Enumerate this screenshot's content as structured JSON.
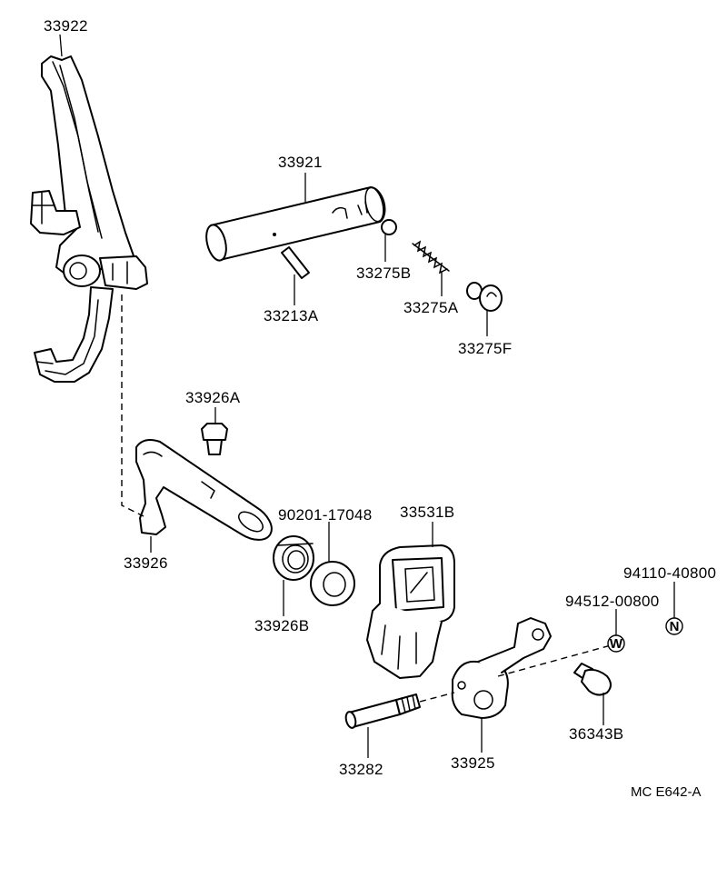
{
  "parts": {
    "p33922": "33922",
    "p33921": "33921",
    "p33275B": "33275B",
    "p33275A": "33275A",
    "p33275F": "33275F",
    "p33213A": "33213A",
    "p33926A": "33926A",
    "p33926": "33926",
    "p90201": "90201-17048",
    "p33531B": "33531B",
    "p33926B": "33926B",
    "p94110": "94110-40800",
    "p94512": "94512-00800",
    "p36343B": "36343B",
    "p33282": "33282",
    "p33925": "33925"
  },
  "symbols": {
    "washer_mark": "W",
    "nut_mark": "N"
  },
  "drawing_code": "MC E642-A"
}
